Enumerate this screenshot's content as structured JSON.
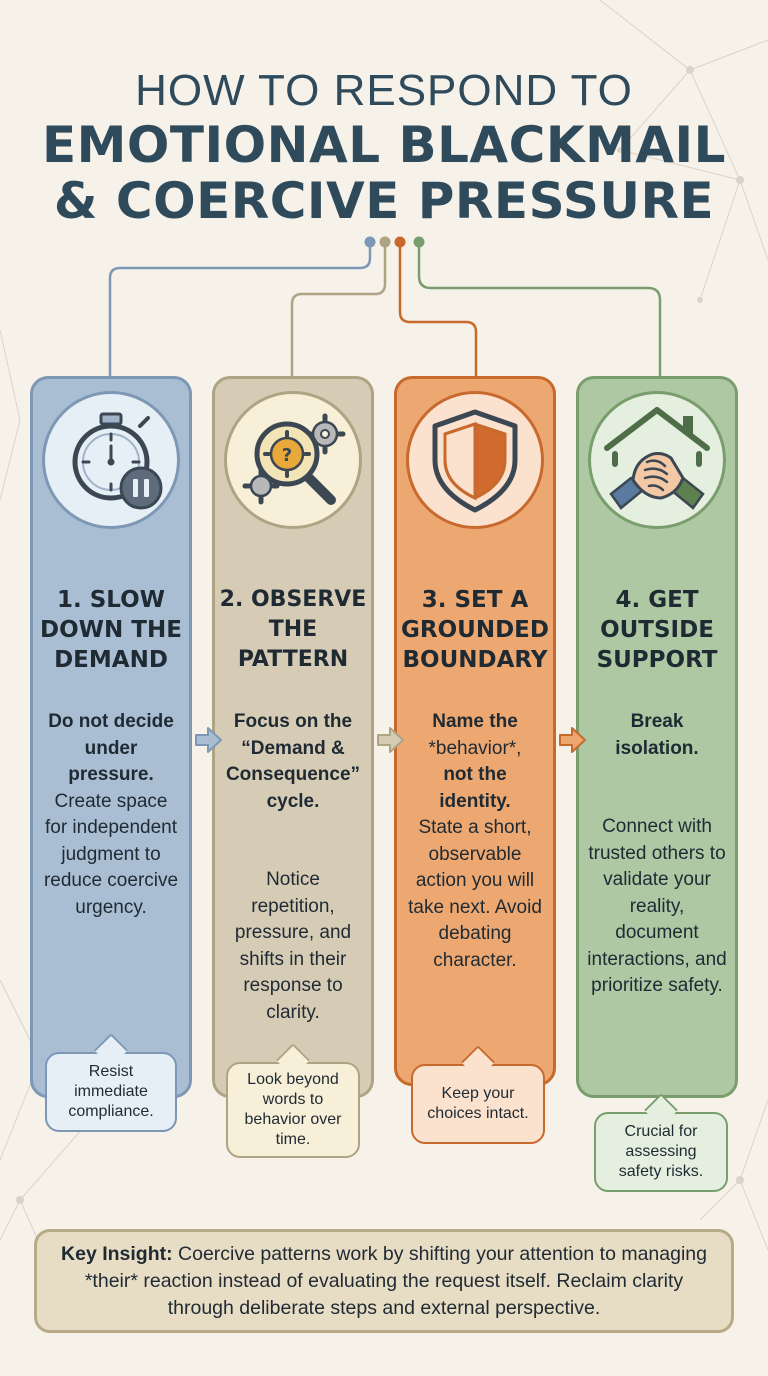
{
  "title": {
    "line1": "HOW TO RESPOND TO",
    "line2": "EMOTIONAL BLACKMAIL",
    "line3": "& COERCIVE PRESSURE"
  },
  "colors": {
    "blue": "#a9bed3",
    "tan": "#d6ccb6",
    "orange": "#eda872",
    "green": "#aec8a4",
    "title": "#2f4a5a"
  },
  "steps": [
    {
      "icon": "stopwatch-pause-icon",
      "title": "1. SLOW DOWN THE DEMAND",
      "lead": "Do not decide under pressure.",
      "rest": "Create space for independent judgment to reduce coercive urgency.",
      "bubble": "Resist immediate compliance."
    },
    {
      "icon": "magnifier-gears-icon",
      "title": "2. OBSERVE THE PATTERN",
      "lead": "Focus on the “Demand & Consequence” cycle.",
      "rest": "Notice repetition, pressure, and shifts in their response to clarity.",
      "bubble": "Look beyond words to behavior over time."
    },
    {
      "icon": "shield-icon",
      "title": "3. SET A GROUNDED BOUNDARY",
      "lead_a": "Name the",
      "lead_b": "*behavior*,",
      "lead_c": "not the identity.",
      "rest": "State a short, observable action you will take next. Avoid debating character.",
      "bubble": "Keep your choices intact."
    },
    {
      "icon": "handshake-house-icon",
      "title": "4. GET OUTSIDE SUPPORT",
      "lead": "Break isolation.",
      "rest": "Connect with trusted others to validate your reality, document interactions, and prioritize safety.",
      "bubble": "Crucial for assessing safety risks."
    }
  ],
  "insight": {
    "label": "Key Insight:",
    "text": "Coercive patterns work by shifting your attention to managing *their* reaction instead of evaluating the request itself. Reclaim clarity through deliberate steps and external perspective."
  }
}
